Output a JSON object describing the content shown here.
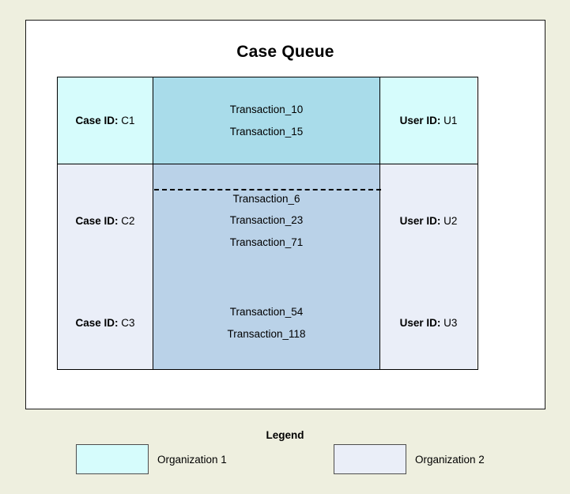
{
  "page": {
    "background_color": "#eeefdf",
    "panel_background": "#ffffff",
    "title": "Case Queue"
  },
  "colors": {
    "org1_side": "#d6fcfc",
    "org1_mid": "#a9dcea",
    "org2_side": "#eaeef8",
    "org2_mid": "#bad2e8",
    "border": "#000000",
    "swatch_border": "#4d4d4d"
  },
  "queue": {
    "case_label": "Case ID:",
    "user_label": "User ID:",
    "rows": [
      {
        "case_label": "Case ID:",
        "case_id": "C1",
        "transactions": [
          "Transaction_10",
          "Transaction_15"
        ],
        "user_label": "User ID:",
        "user_id": "U1",
        "organization": "Organization 1"
      },
      {
        "case_label": "Case ID:",
        "case_id": "C2",
        "transactions": [
          "Transaction_6",
          "Transaction_23",
          "Transaction_71"
        ],
        "user_label": "User ID:",
        "user_id": "U2",
        "organization": "Organization 2"
      },
      {
        "case_label": "Case ID:",
        "case_id": "C3",
        "transactions": [
          "Transaction_54",
          "Transaction_118"
        ],
        "user_label": "User ID:",
        "user_id": "U3",
        "organization": "Organization 2"
      }
    ]
  },
  "legend": {
    "title": "Legend",
    "items": [
      {
        "label": "Organization 1",
        "color": "#d6fcfc"
      },
      {
        "label": "Organization 2",
        "color": "#eaeef8"
      }
    ]
  }
}
